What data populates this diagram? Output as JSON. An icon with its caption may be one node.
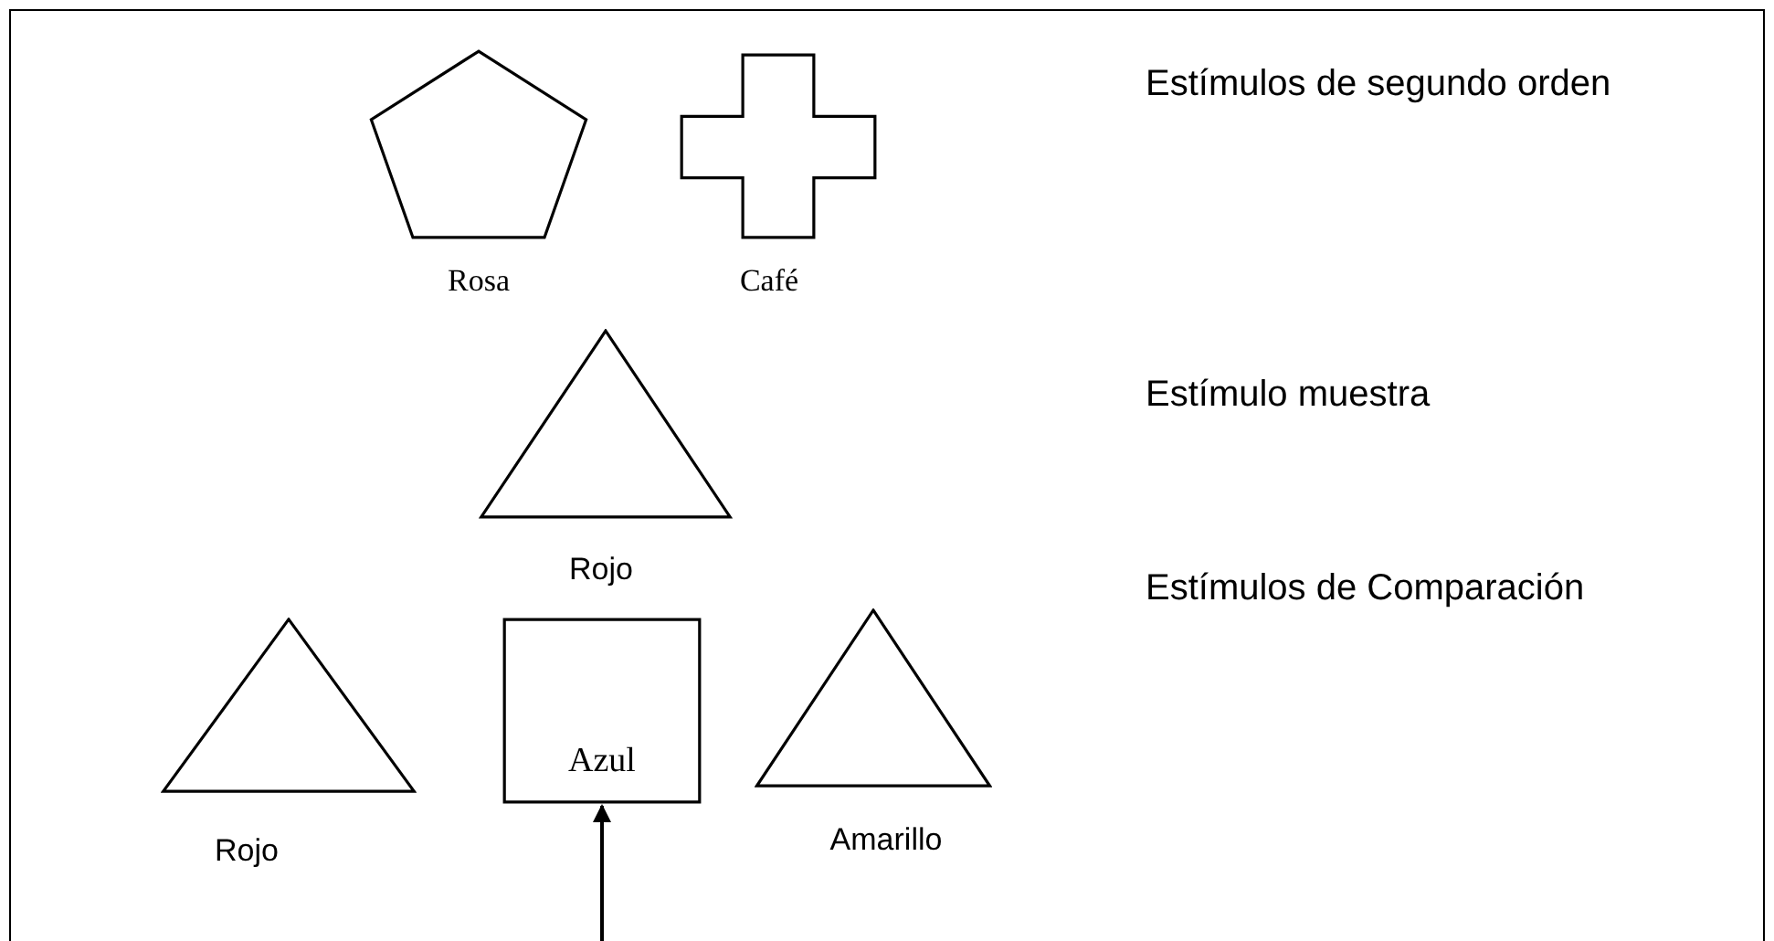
{
  "diagram": {
    "nodes": [
      {
        "text": [],
        "shape": "pentagon",
        "beside": [
          "Rosa"
        ]
      },
      {
        "text": [],
        "shape": "cross",
        "beside": [
          "Café"
        ]
      },
      {
        "text": [],
        "shape": "triangle",
        "beside": [
          "Rojo"
        ]
      },
      {
        "text": [],
        "shape": "triangle",
        "beside": [
          "Rojo"
        ]
      },
      {
        "text": [
          "Azul"
        ]
      },
      {
        "text": [],
        "shape": "triangle",
        "beside": [
          "Amarillo"
        ]
      }
    ],
    "edges": [
      {
        "from": null,
        "to": 4,
        "arrow": "to"
      }
    ],
    "labels": [
      "Estímulos de segundo orden",
      "Estímulo muestra",
      "Estímulos de Comparación"
    ]
  }
}
